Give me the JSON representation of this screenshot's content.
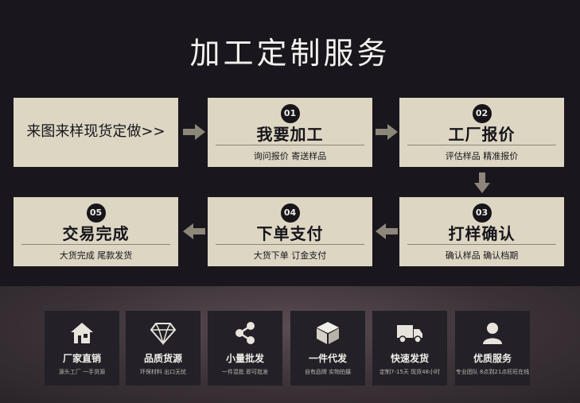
{
  "title": "加工定制服务",
  "steps": [
    {
      "main": "来图来样现货定做>>"
    },
    {
      "num": "01",
      "main": "我要加工",
      "sub": "询问报价 寄送样品"
    },
    {
      "num": "02",
      "main": "工厂报价",
      "sub": "评估样品 精准报价"
    },
    {
      "num": "03",
      "main": "打样确认",
      "sub": "确认样品 确认档期"
    },
    {
      "num": "04",
      "main": "下单支付",
      "sub": "大货下单 订金支付"
    },
    {
      "num": "05",
      "main": "交易完成",
      "sub": "大货完成 尾款发货"
    }
  ],
  "features": [
    {
      "icon": "house-icon",
      "title": "厂家直销",
      "sub": "源头工厂 一手货源"
    },
    {
      "icon": "diamond-icon",
      "title": "品质货源",
      "sub": "环保材料 出口无忧"
    },
    {
      "icon": "share-icon",
      "title": "小量批发",
      "sub": "一件混批 即可批发"
    },
    {
      "icon": "box-icon",
      "title": "一件代发",
      "sub": "自有品牌 实物拍摄"
    },
    {
      "icon": "truck-icon",
      "title": "快速发货",
      "sub": "定制7-15天 现货48小时"
    },
    {
      "icon": "user-icon",
      "title": "优质服务",
      "sub": "专业团队 8点到21点旺旺在线"
    }
  ],
  "colors": {
    "box": "#dcd6c3",
    "dark": "#17141a",
    "arrow": "#8d877a"
  }
}
